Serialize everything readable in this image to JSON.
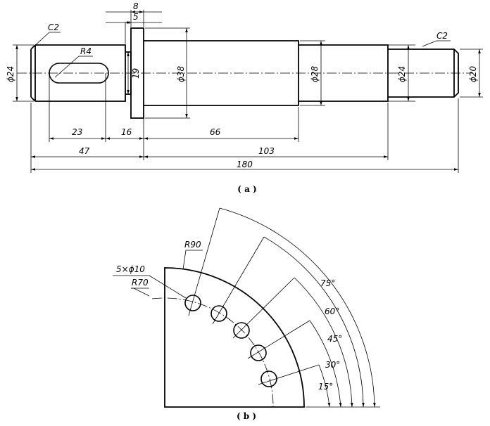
{
  "shaft": {
    "chamfer_left": "C2",
    "chamfer_right": "C2",
    "keyway_radius": "R4",
    "diameters": [
      "ϕ24",
      "19",
      "ϕ38",
      "ϕ28",
      "ϕ24",
      "ϕ20"
    ],
    "lengths": {
      "d8": "8",
      "d5": "5",
      "d23": "23",
      "d16": "16",
      "d66": "66",
      "d47": "47",
      "d103": "103",
      "d180": "180"
    },
    "caption": "( a )"
  },
  "plate": {
    "outer_radius": "R90",
    "holes": "5×ϕ10",
    "pitch_radius": "R70",
    "angles": [
      "15°",
      "30°",
      "45°",
      "60°",
      "75°"
    ],
    "caption": "( b )"
  }
}
